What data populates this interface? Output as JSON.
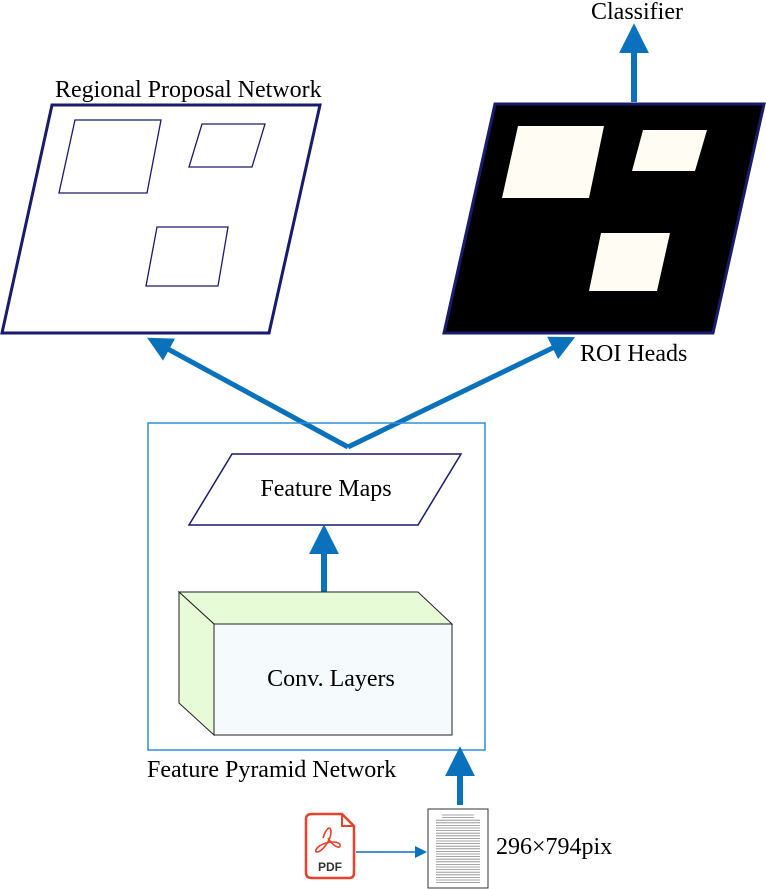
{
  "labels": {
    "classifier": "Classifier",
    "regional_proposal_network": "Regional Proposal Network",
    "roi_heads": "ROI Heads",
    "feature_maps": "Feature Maps",
    "conv_layers": "Conv. Layers",
    "feature_pyramid_network": "Feature Pyramid Network",
    "input_size": "296×794pix",
    "pdf_icon_text": "PDF"
  },
  "colors": {
    "arrow": "#0a72bd",
    "outline": "#1a1a6e",
    "fpn_border": "#2f8fd6",
    "conv_face": "#f5fbfd",
    "conv_side": "#e8fbd9",
    "roi_fill": "#000000",
    "roi_box": "#fffdf3",
    "pdf_red": "#e8412c"
  },
  "icons": {
    "pdf": "pdf-file-icon",
    "document": "document-page-icon"
  }
}
